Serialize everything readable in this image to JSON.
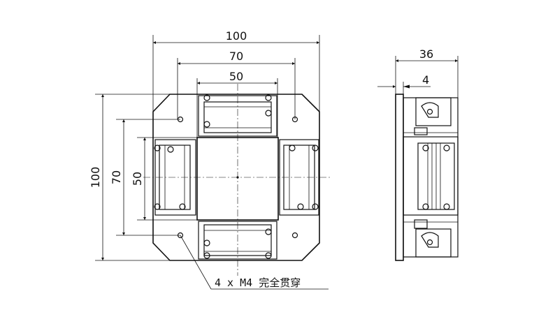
{
  "dimensions": {
    "top_width_outer": "100",
    "top_width_mid": "70",
    "top_width_inner": "50",
    "left_height_outer": "100",
    "left_height_mid": "70",
    "left_height_inner": "50",
    "side_width": "36",
    "side_plate": "4"
  },
  "note": {
    "text": "4 x  M4  完全贯穿"
  }
}
